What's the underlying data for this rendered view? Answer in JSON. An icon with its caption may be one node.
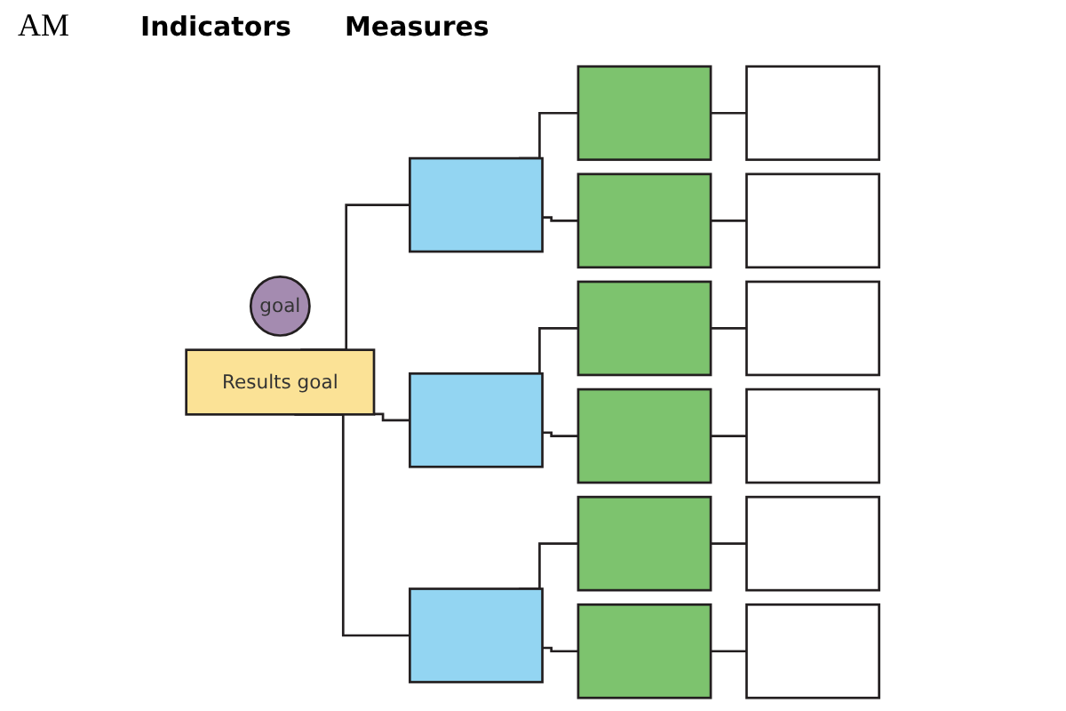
{
  "diagram": {
    "title": "AM",
    "nodes": [
      {
        "text": [
          "goal"
        ]
      },
      {
        "text": [
          "Results goal"
        ]
      },
      {
        "text": [],
        "shape": "box"
      },
      {
        "text": [],
        "shape": "box"
      },
      {
        "text": [],
        "shape": "box"
      },
      {
        "text": [],
        "shape": "box"
      },
      {
        "text": [],
        "shape": "box"
      },
      {
        "text": [],
        "shape": "box"
      },
      {
        "text": [],
        "shape": "box"
      },
      {
        "text": [],
        "shape": "box"
      },
      {
        "text": [],
        "shape": "box"
      },
      {
        "text": [],
        "shape": "box"
      },
      {
        "text": [],
        "shape": "box"
      },
      {
        "text": [],
        "shape": "box"
      },
      {
        "text": [],
        "shape": "box"
      },
      {
        "text": [],
        "shape": "box"
      },
      {
        "text": [],
        "shape": "box"
      }
    ],
    "edges": [
      {
        "from": 1,
        "to": 2,
        "arrow": "none"
      },
      {
        "from": 1,
        "to": 3,
        "arrow": "none"
      },
      {
        "from": 1,
        "to": 4,
        "arrow": "none"
      },
      {
        "from": 2,
        "to": 5,
        "arrow": "none"
      },
      {
        "from": 2,
        "to": 6,
        "arrow": "none"
      },
      {
        "from": 3,
        "to": 7,
        "arrow": "none"
      },
      {
        "from": 3,
        "to": 8,
        "arrow": "none"
      },
      {
        "from": 4,
        "to": 9,
        "arrow": "none"
      },
      {
        "from": 4,
        "to": 10,
        "arrow": "none"
      },
      {
        "from": 5,
        "to": 11,
        "arrow": "none"
      },
      {
        "from": 6,
        "to": 12,
        "arrow": "none"
      },
      {
        "from": 7,
        "to": 13,
        "arrow": "none"
      },
      {
        "from": 8,
        "to": 14,
        "arrow": "none"
      },
      {
        "from": 9,
        "to": 15,
        "arrow": "none"
      },
      {
        "from": 10,
        "to": 16,
        "arrow": "none"
      }
    ],
    "labels": [
      "Indicators",
      "Measures"
    ]
  }
}
